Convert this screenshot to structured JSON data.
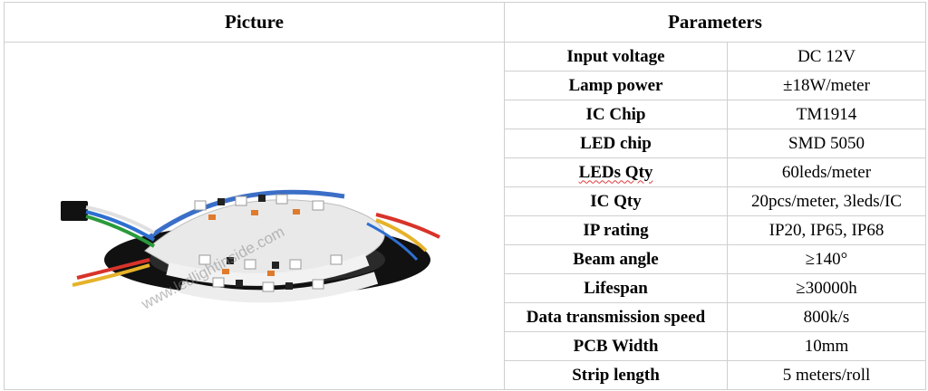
{
  "header": {
    "picture": "Picture",
    "parameters": "Parameters"
  },
  "rows": [
    {
      "key": "Input voltage",
      "value": "DC 12V"
    },
    {
      "key": "Lamp power",
      "value": "±18W/meter"
    },
    {
      "key": "IC Chip",
      "value": "TM1914"
    },
    {
      "key": "LED chip",
      "value": "SMD 5050"
    },
    {
      "key": "LEDs Qty",
      "value": "60leds/meter"
    },
    {
      "key": "IC Qty",
      "value": "20pcs/meter, 3leds/IC"
    },
    {
      "key": "IP rating",
      "value": "IP20, IP65, IP68"
    },
    {
      "key": "Beam angle",
      "value": "≥140°"
    },
    {
      "key": "Lifespan",
      "value": "≥30000h"
    },
    {
      "key": "Data transmission speed",
      "value": "800k/s"
    },
    {
      "key": "PCB Width",
      "value": "10mm"
    },
    {
      "key": "Strip length",
      "value": "5 meters/roll"
    }
  ],
  "photo": {
    "watermark": "www.ledlightinside.com"
  }
}
